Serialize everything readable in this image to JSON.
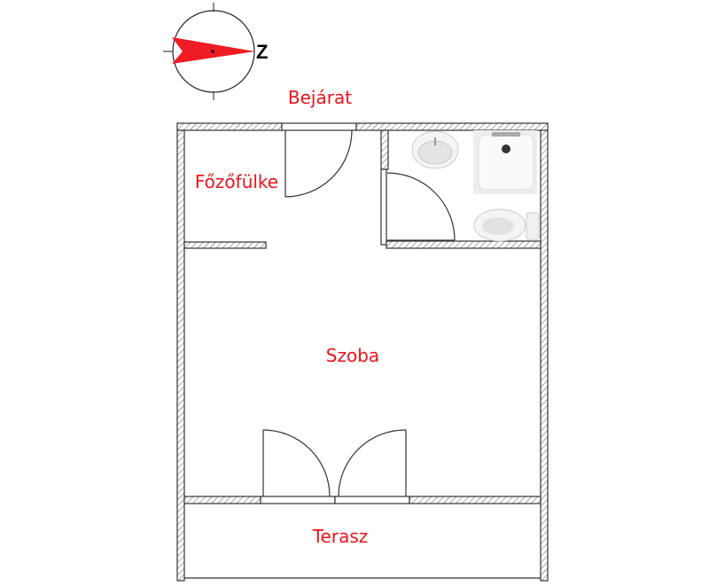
{
  "compass": {
    "north_letter": "Z",
    "arrow_color": "#ee1c24"
  },
  "labels": {
    "entrance": "Bejárat",
    "kitchenette": "Főzőfülke",
    "room": "Szoba",
    "terrace": "Terasz"
  },
  "colors": {
    "label": "#e8141b",
    "wall_line": "#333333"
  }
}
